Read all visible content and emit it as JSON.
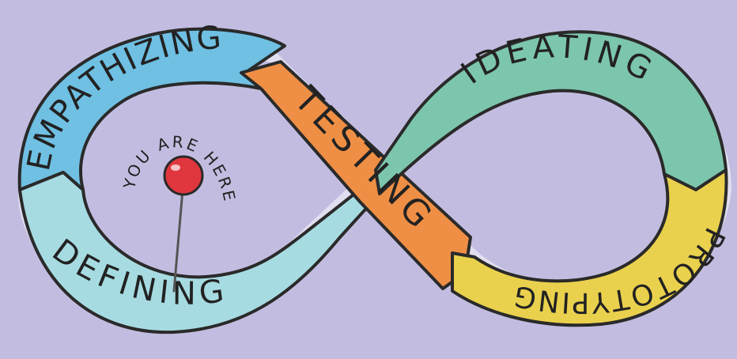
{
  "stages": [
    {
      "id": "empathizing",
      "label": "EMPATHIZING",
      "color": "#6fc0e3"
    },
    {
      "id": "defining",
      "label": "DEFINING",
      "color": "#a7dbe2"
    },
    {
      "id": "testing",
      "label": "TESTING",
      "color": "#ef8f45"
    },
    {
      "id": "ideating",
      "label": "IDEATING",
      "color": "#7cc6ad"
    },
    {
      "id": "prototyping",
      "label": "PROTOTYPING",
      "color": "#ead14d"
    }
  ],
  "marker": {
    "label": "YOU ARE HERE",
    "pin_color": "#e0363e"
  },
  "colors": {
    "background": "#c2bde0",
    "outline": "#2a2a2a"
  }
}
